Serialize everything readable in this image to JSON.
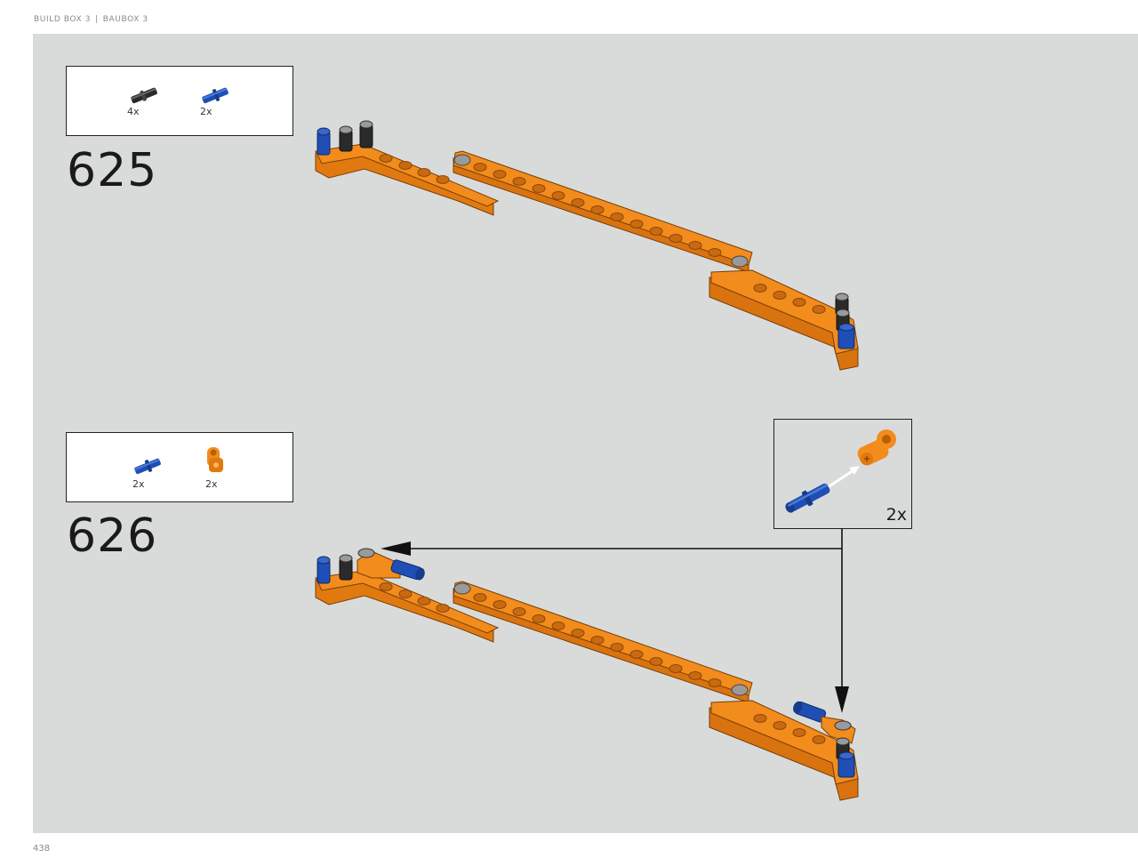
{
  "header": {
    "left": "BUILD BOX 3",
    "separator": "|",
    "right": "BAUBOX 3"
  },
  "page_number": "438",
  "steps": [
    {
      "number": "625",
      "parts": [
        {
          "icon": "black-friction-pin-icon",
          "qty": "4x"
        },
        {
          "icon": "blue-axle-pin-icon",
          "qty": "2x"
        }
      ]
    },
    {
      "number": "626",
      "parts": [
        {
          "icon": "blue-axle-pin-icon",
          "qty": "2x"
        },
        {
          "icon": "orange-axle-connector-icon",
          "qty": "2x"
        }
      ],
      "callout": {
        "qty": "2x"
      }
    }
  ],
  "colors": {
    "background": "#d9dbda",
    "beam": "#f28c1c",
    "beam_shadow": "#d97310",
    "blue_pin": "#1f4fb5",
    "gray_pin": "#9a9a9a"
  }
}
